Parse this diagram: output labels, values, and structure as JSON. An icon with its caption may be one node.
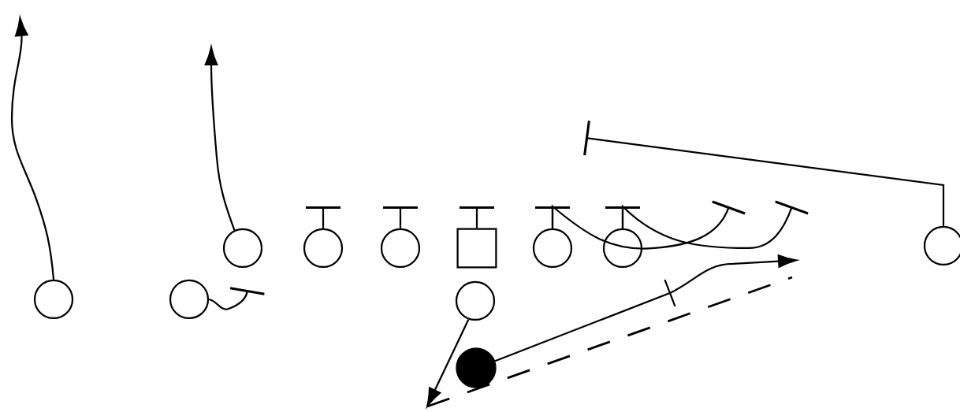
{
  "diagram": {
    "nodes": [
      {
        "text": [],
        "shape": "circle"
      },
      {
        "text": [],
        "shape": "circle"
      },
      {
        "text": [],
        "shape": "circle"
      },
      {
        "text": [],
        "shape": "box"
      },
      {
        "text": [],
        "shape": "circle"
      },
      {
        "text": [],
        "shape": "circle"
      },
      {
        "text": [],
        "shape": "circle"
      },
      {
        "text": [],
        "shape": "circle"
      },
      {
        "text": [],
        "shape": "circle"
      },
      {
        "text": [],
        "shape": "circle"
      },
      {
        "text": [],
        "shape": "dot"
      }
    ],
    "edges": [
      {
        "from": 7,
        "to": null,
        "arrow": "to"
      },
      {
        "from": 0,
        "to": null,
        "arrow": "to"
      },
      {
        "from": 8,
        "to": null,
        "arrow": "other"
      },
      {
        "from": 1,
        "to": null,
        "arrow": "other"
      },
      {
        "from": 2,
        "to": null,
        "arrow": "other"
      },
      {
        "from": 3,
        "to": null,
        "arrow": "other"
      },
      {
        "from": 4,
        "to": null,
        "arrow": "other"
      },
      {
        "from": 5,
        "to": null,
        "arrow": "other"
      },
      {
        "from": 4,
        "to": null,
        "arrow": "other"
      },
      {
        "from": 5,
        "to": null,
        "arrow": "other"
      },
      {
        "from": 6,
        "to": null,
        "arrow": "other"
      },
      {
        "from": 9,
        "to": null,
        "arrow": "to"
      },
      {
        "from": 10,
        "to": null,
        "arrow": "to"
      }
    ]
  }
}
